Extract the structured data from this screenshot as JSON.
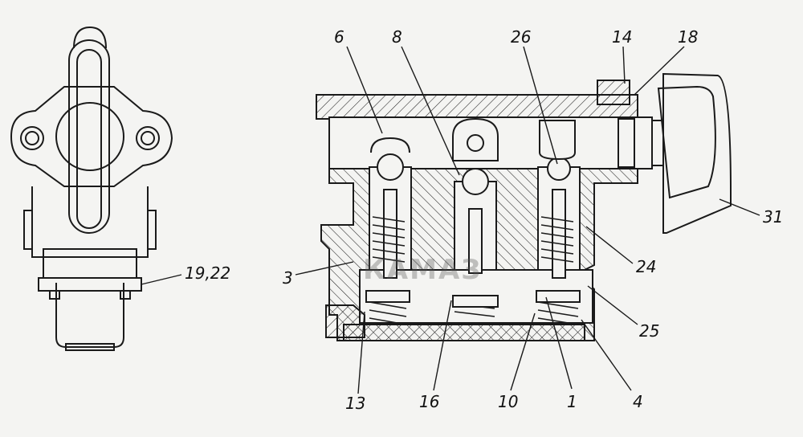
{
  "callouts": [
    {
      "id": "c6",
      "text": "6"
    },
    {
      "id": "c8",
      "text": "8"
    },
    {
      "id": "c26",
      "text": "26"
    },
    {
      "id": "c14",
      "text": "14"
    },
    {
      "id": "c18",
      "text": "18"
    },
    {
      "id": "c31",
      "text": "31"
    },
    {
      "id": "c19",
      "text": "19,22"
    },
    {
      "id": "c3",
      "text": "3"
    },
    {
      "id": "c24",
      "text": "24"
    },
    {
      "id": "c25",
      "text": "25"
    },
    {
      "id": "c13",
      "text": "13"
    },
    {
      "id": "c16",
      "text": "16"
    },
    {
      "id": "c10",
      "text": "10"
    },
    {
      "id": "c1",
      "text": "1"
    },
    {
      "id": "c4",
      "text": "4"
    }
  ],
  "watermark": {
    "text": "КАМАЗ"
  },
  "colors": {
    "line": "#1a1a1a",
    "paper": "#f4f4f2",
    "hatch": "#222222"
  }
}
